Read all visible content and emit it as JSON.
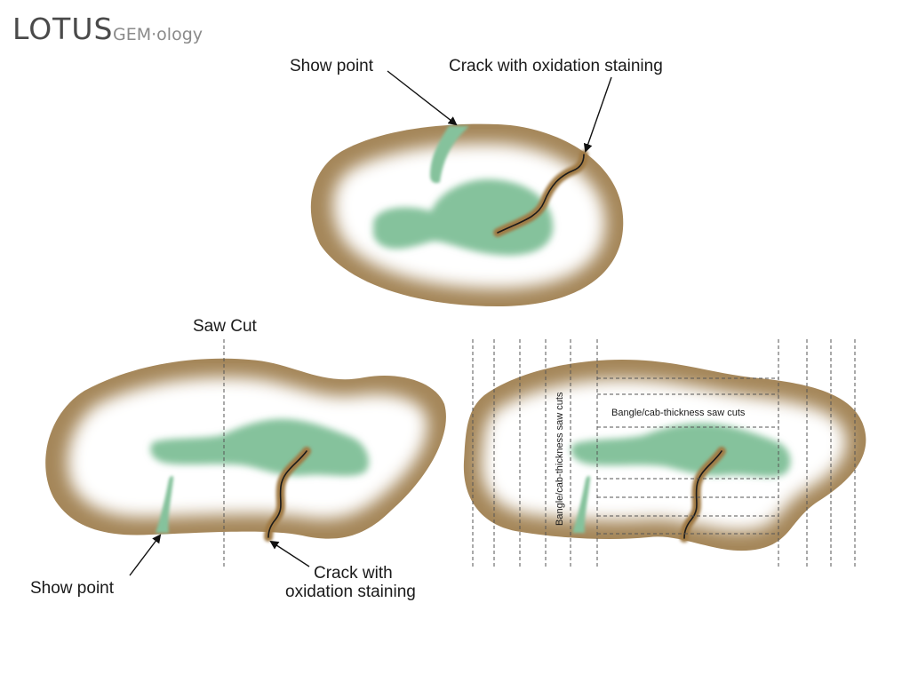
{
  "logo": {
    "main": "LOTUS",
    "sub": "GEM·ology"
  },
  "top": {
    "show_point_label": "Show point",
    "crack_label": "Crack with oxidation staining"
  },
  "left": {
    "saw_cut_label": "Saw Cut",
    "show_point_label": "Show point",
    "crack_label_line1": "Crack with",
    "crack_label_line2": "oxidation staining"
  },
  "right": {
    "horizontal_cut_label": "Bangle/cab-thickness saw cuts",
    "vertical_cut_label": "Bangle/cab-thickness saw cuts"
  },
  "colors": {
    "rind": "#a5875a",
    "jade": "#85c29c",
    "crack": "#1b1b1b",
    "stain": "#a07a45"
  }
}
